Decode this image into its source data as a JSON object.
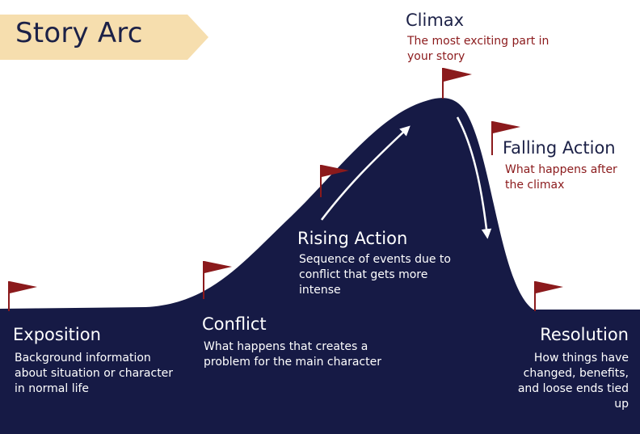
{
  "title": "Story Arc",
  "colors": {
    "navy": "#161a45",
    "flag": "#8b1a1c",
    "banner": "#f6deae",
    "arrow": "#ffffff"
  },
  "stages": {
    "exposition": {
      "heading": "Exposition",
      "description": "Background information about situation or character in normal life"
    },
    "conflict": {
      "heading": "Conflict",
      "description": "What happens that creates a problem for the main character"
    },
    "rising_action": {
      "heading": "Rising Action",
      "description": "Sequence of events due to conflict that gets more intense"
    },
    "climax": {
      "heading": "Climax",
      "description": "The most exciting part in your story"
    },
    "falling_action": {
      "heading": "Falling Action",
      "description": "What happens after the climax"
    },
    "resolution": {
      "heading": "Resolution",
      "description": "How things have changed, benefits, and loose ends tied up"
    }
  }
}
